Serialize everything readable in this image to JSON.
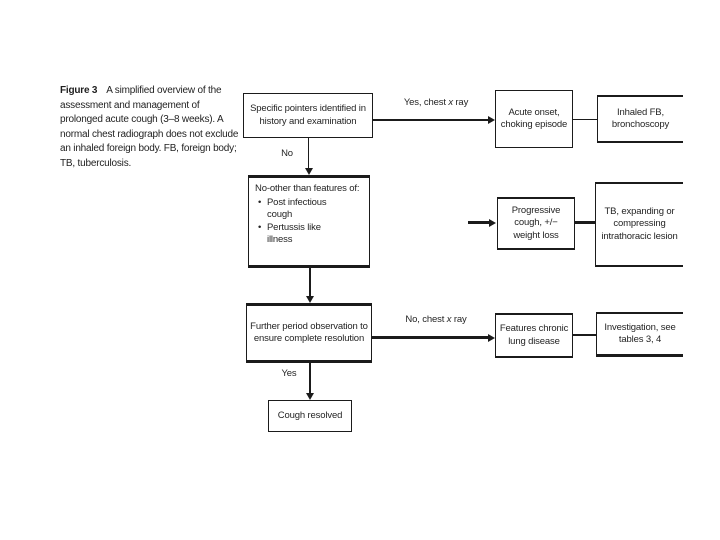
{
  "caption": {
    "label": "Figure 3",
    "text": "A simplified overview of the assessment and management of prolonged acute cough (3–8 weeks). A normal chest radiograph does not exclude an inhaled foreign body. FB, foreign body; TB, tuberculosis."
  },
  "flowchart": {
    "nodes": {
      "specific_pointers": {
        "text": "Specific pointers identified in history and examination"
      },
      "acute_onset": {
        "text": "Acute onset, choking episode"
      },
      "inhaled_fb": {
        "text": "Inhaled FB, bronchoscopy"
      },
      "no_other_features": {
        "title": "No-other than features of:",
        "bullet_char": "•",
        "bullets": [
          "Post infectious cough",
          "Pertussis like illness"
        ]
      },
      "progressive_cough": {
        "text": "Progressive cough, +/− weight loss"
      },
      "tb_lesion": {
        "text": "TB, expanding or compressing intrathoracic lesion"
      },
      "further_observation": {
        "text": "Further period observation to ensure complete resolution"
      },
      "features_chronic": {
        "text": "Features chronic lung disease"
      },
      "investigation": {
        "text": "Investigation, see tables 3, 4"
      },
      "cough_resolved": {
        "text": "Cough resolved"
      }
    },
    "edges": {
      "yes_chest_xray": {
        "pre": "Yes, chest",
        "x": "x",
        "post": "ray"
      },
      "no": {
        "label": "No"
      },
      "no_chest_xray": {
        "pre": "No, chest",
        "x": "x",
        "post": "ray"
      },
      "yes": {
        "label": "Yes"
      }
    }
  }
}
